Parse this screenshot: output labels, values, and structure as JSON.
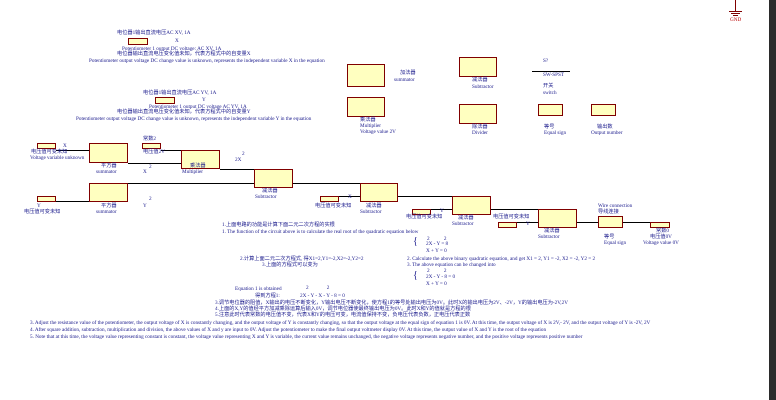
{
  "gnd": {
    "label": "GND"
  },
  "notes": {
    "pot_x_cn": "电位器1输出直流电压AC XV, 1A",
    "x": "X",
    "pot_x_en": "Potentiometer 1 output DC voltage: AC XV, 1A",
    "pot_x_cn2": "电位器输出直流电压变化值未知，代表方程式中的自变量X",
    "pot_x_en2": "Potentiometer output voltage DC change value is unknown, represents the independent variable X in the equation",
    "pot_y_cn": "电位器1输出直流电压AC YV, 1A",
    "y": "Y",
    "pot_y_en": "Potentiometer 1 output DC voltage AC YV, 1A",
    "pot_y_cn2": "电位器输出直流电压变化值未知，代表方程式中的自变量Y",
    "pot_y_en2": "Potentiometer output voltage DC change value is unknown, represents the independent variable Y in the equation"
  },
  "legend": {
    "adder_cn": "加法器",
    "adder_en": "summator",
    "mult_cn": "乘法器",
    "mult_en": "Multiplier",
    "mult_v": "Voltage value 2V",
    "sub_cn": "减法器",
    "sub_en": "Subtractor",
    "div_cn": "除法器",
    "div_en": "Divider",
    "sw_ref": "S?",
    "sw_type": "SW-SPST",
    "sw_cn": "开关",
    "sw_en": "switch",
    "eq_cn": "等号",
    "eq_en": "Equal sign",
    "out_cn": "输出数",
    "out_en": "Output number"
  },
  "circuit": {
    "x": "X",
    "y": "Y",
    "var_cn": "电压值可变未知",
    "var_en": "Voltage variable unknown",
    "sq_cn": "平方器",
    "sq_en": "summator",
    "const_cn": "常数2",
    "v2_cn": "电压值2V",
    "sup2": "2",
    "twox": "2X",
    "mult_cn": "乘法器",
    "mult_en": "Multiplier",
    "sub_cn": "减法器",
    "sub_en": "Subtractor",
    "wire_en": "Wire connection",
    "wire_cn": "导线连接",
    "eq_cn": "等号",
    "eq_en": "Equal sign",
    "const0_cn": "常数0",
    "v0_cn": "电压值0V",
    "v0_en": "Voltage value 0V"
  },
  "text": {
    "l1_cn": "1.上面电路的功能是计算下面二元二次方程的实根",
    "l1_en": "1.  The function of the circuit above is to calculate the real root of the quadratic equation below",
    "eq1a": "2X     -  Y     =    8",
    "eq1b": "X      +  Y     =    0",
    "l2_cn": "2.计算上面二元二次方程式, 得X1=2,Y1=-2,X2=-2,Y2=2",
    "l3_cn": "3.上面的方程式可以变为",
    "l2_en": "2.  Calculate the above binary quadratic equation, and get X1 = 2, Y1 = -2, X2 = -2, Y2 = 2",
    "l3_en": "3.  The above equation can be changed into",
    "eq2a": "2X     -  Y     -    8     =    0",
    "eq2b": "X      +  Y     =    0",
    "obt_en": "Equation 1 is obtained",
    "obt_cn": "得到方程1:",
    "obt_eq": "2X     -   Y     -     X     -     Y     -     8   =    0",
    "l3c": "3.调节电位器的阻值，X输出的电压不断变化，Y输出电压不断变化，使方程1的等号处输出电压为0V。此时X的输出电压为2V、-2V，Y的输出电压为-2V,2V",
    "l4c": "4.上面的X,Y的值经平方加减乘除运算后输入0V，调节电位器使最终输出电压为0V。此时X和Y的值就是方程的根",
    "l5c": "5.注意此时代表常数的电压值不变，代表X和Y的电压可变，电流值保持不变，负电压代表负数，正电压代表正数",
    "l3e": "3.  Adjust the resistance value of the potentiometer, the output voltage of X is constantly changing, and the output voltage of Y is constantly changing, so that the output voltage at the equal sign of equation 1 is 0V. At this time, the output voltage of X is 2V,- 2V, and the output voltage of Y is -2V, 2V",
    "l4e": "4.  After square addition, subtraction, multiplication and division, the above values of X and y are input to 0V. Adjust the potentiometer to make the final output voltmeter display 0V. At this time, the output value of X and Y is the root of the equation",
    "l5e": "5.  Note that at this time, the voltage value representing constant is constant, the voltage value representing X and Y is variable, the current value remains unchanged, the negative voltage represents negative number, and the positive voltage represents positive number"
  }
}
